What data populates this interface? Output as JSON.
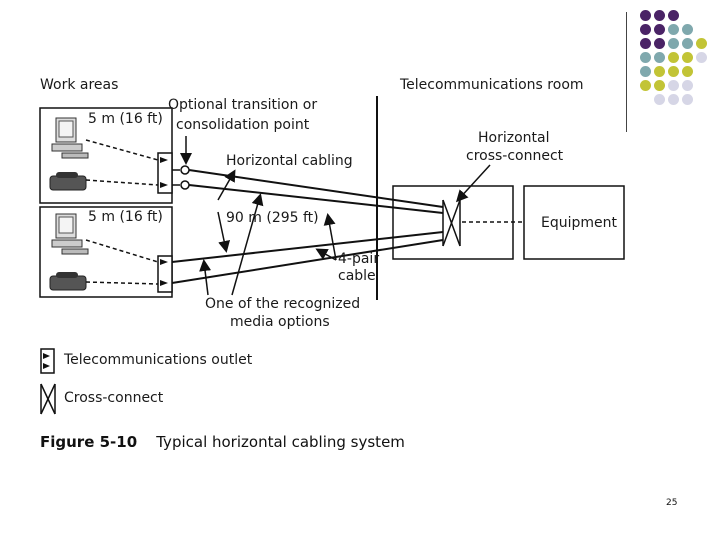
{
  "diagram": {
    "work_areas_label": "Work areas",
    "telecom_room_label": "Telecommunications room",
    "optional_point_line1": "Optional transition or",
    "optional_point_line2": "consolidation point",
    "horizontal_cabling_label": "Horizontal cabling",
    "five_m_top": "5 m (16 ft)",
    "five_m_bottom": "5 m (16 ft)",
    "ninety_m": "90 m (295 ft)",
    "four_pair_line1": "4-pair",
    "four_pair_line2": "cable",
    "media_options_line1": "One of the recognized",
    "media_options_line2": "media options",
    "cross_connect_line1": "Horizontal",
    "cross_connect_line2": "cross-connect",
    "equipment_label": "Equipment"
  },
  "legend": {
    "outlet_label": "Telecommunications outlet",
    "cross_connect_label": "Cross-connect"
  },
  "caption": {
    "number": "Figure 5-10",
    "text": "Typical horizontal cabling system"
  },
  "page_number": "25",
  "decoration": {
    "dot_colors": {
      "purple": "#4a2366",
      "teal": "#7fa8ad",
      "olive": "#c2c436",
      "lavender": "#d6d6e6"
    }
  }
}
